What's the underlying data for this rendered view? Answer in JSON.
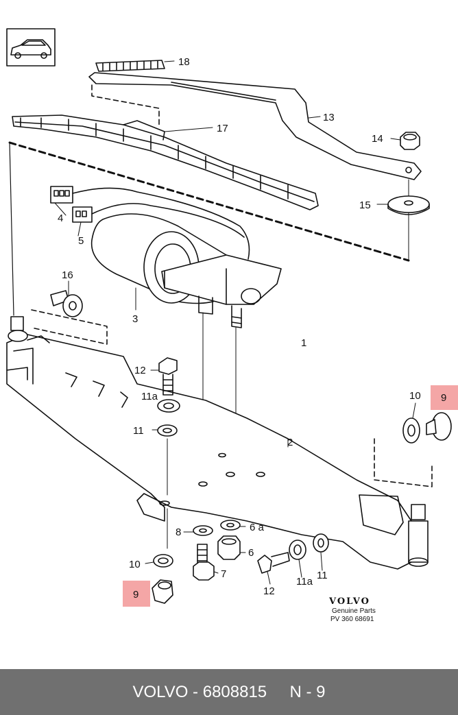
{
  "labels": {
    "l1": "1",
    "l2": "2",
    "l3": "3",
    "l4": "4",
    "l5": "5",
    "l6": "6",
    "l6a": "6 a",
    "l7": "7",
    "l8": "8",
    "l9_top": "9",
    "l9_bottom": "9",
    "l10_right": "10",
    "l10_left": "10",
    "l11_upper": "11",
    "l11_lower": "11",
    "l11a_upper": "11a",
    "l11a_lower": "11a",
    "l12_upper": "12",
    "l12_lower": "12",
    "l13": "13",
    "l14": "14",
    "l15": "15",
    "l16": "16",
    "l17": "17",
    "l18": "18"
  },
  "highlight_color": "#f4a6a6",
  "brand": {
    "name": "VOLVO",
    "subtitle": "Genuine Parts",
    "code": "PV 360 68691"
  },
  "footer": {
    "brand": "VOLVO",
    "separator": " - ",
    "part_number": "6808815",
    "position": "N - 9"
  }
}
